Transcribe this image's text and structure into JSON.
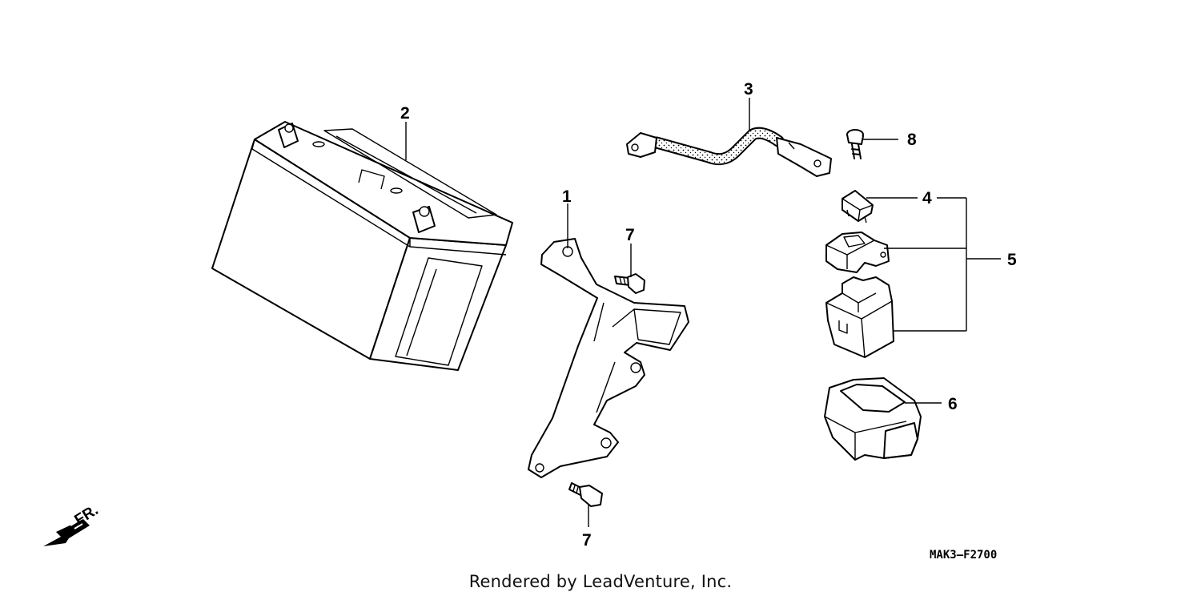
{
  "callouts": {
    "p1": "1",
    "p2": "2",
    "p3": "3",
    "p4": "4",
    "p5": "5",
    "p6": "6",
    "p7a": "7",
    "p7b": "7",
    "p8": "8"
  },
  "direction_label": "FR.",
  "diagram_code": "MAK3–F2700",
  "footer": "Rendered by LeadVenture, Inc."
}
